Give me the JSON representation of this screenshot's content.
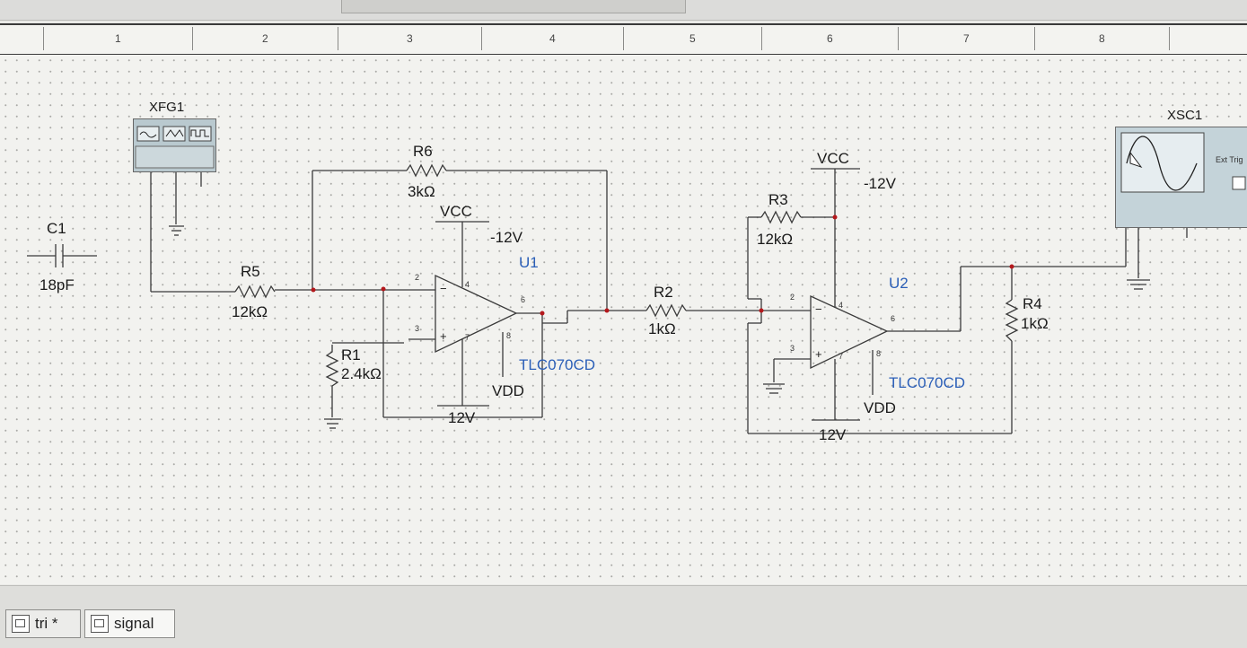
{
  "ruler": {
    "numbers": [
      "1",
      "2",
      "3",
      "4",
      "5",
      "6",
      "7",
      "8"
    ]
  },
  "components": {
    "xfg1": "XFG1",
    "xsc1": "XSC1",
    "c1": {
      "ref": "C1",
      "value": "18pF"
    },
    "r1": {
      "ref": "R1",
      "value": "2.4kΩ"
    },
    "r2": {
      "ref": "R2",
      "value": "1kΩ"
    },
    "r3": {
      "ref": "R3",
      "value": "12kΩ"
    },
    "r4": {
      "ref": "R4",
      "value": "1kΩ"
    },
    "r5": {
      "ref": "R5",
      "value": "12kΩ"
    },
    "r6": {
      "ref": "R6",
      "value": "3kΩ"
    },
    "u1": {
      "ref": "U1",
      "part": "TLC070CD",
      "vcc": "VCC",
      "vcc_value": "-12V",
      "vdd": "VDD",
      "vdd_value": "12V"
    },
    "u2": {
      "ref": "U2",
      "part": "TLC070CD",
      "vcc": "VCC",
      "vcc_value": "-12V",
      "vdd": "VDD",
      "vdd_value": "12V"
    }
  },
  "pins": {
    "p2": "2",
    "p3": "3",
    "p4": "4",
    "p6": "6",
    "p7": "7",
    "p8": "8",
    "minus": "−",
    "plus": "+"
  },
  "xsc_ext_trig": "Ext Trig",
  "tabs": [
    {
      "label": "tri *"
    },
    {
      "label": "signal"
    }
  ]
}
